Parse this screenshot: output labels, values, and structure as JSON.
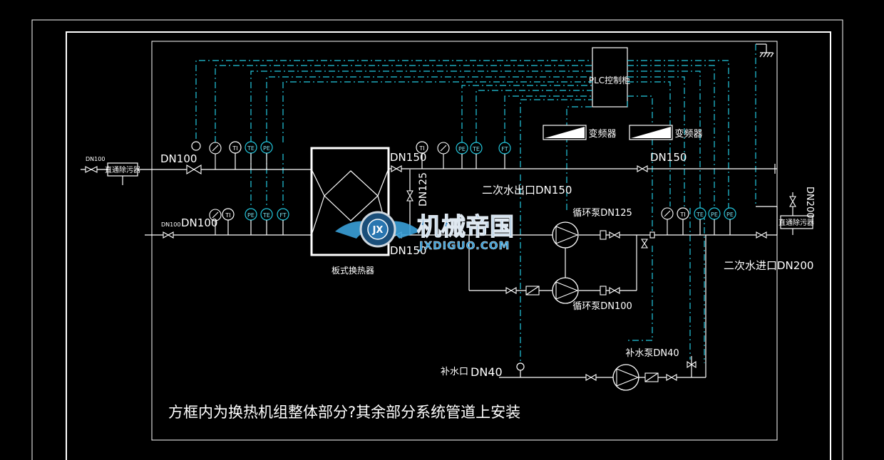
{
  "drawing": {
    "plate_exchanger_label": "板式换热器",
    "plc_label": "PLC控制柜",
    "vfd_label": "变频器",
    "upper_left_size": "DN100",
    "lower_left_size": "DN100",
    "small_size": "DN100",
    "strainer_label": "直通除污器",
    "upper_mid_size": "DN150",
    "lower_mid_size": "DN150",
    "bypass_size": "DN125",
    "upper_right_size": "DN150",
    "secondary_outlet": "二次水出口DN150",
    "secondary_inlet": "二次水进口DN200",
    "right_vertical_size": "DN200",
    "circ_pump_1": "循环泵DN125",
    "circ_pump_2": "循环泵DN100",
    "makeup_pump": "补水泵DN40",
    "makeup_inlet": "补水口",
    "makeup_size": "DN40",
    "note": "方框内为换热机组整体部分?其余部分系统管道上安装"
  },
  "instruments": {
    "ti": "TI",
    "te": "TE",
    "pe": "PE",
    "ft": "FT"
  },
  "watermark": {
    "brand": "机械帝国",
    "url": "JXDIGUO.COM",
    "logo_letters": "JX"
  }
}
